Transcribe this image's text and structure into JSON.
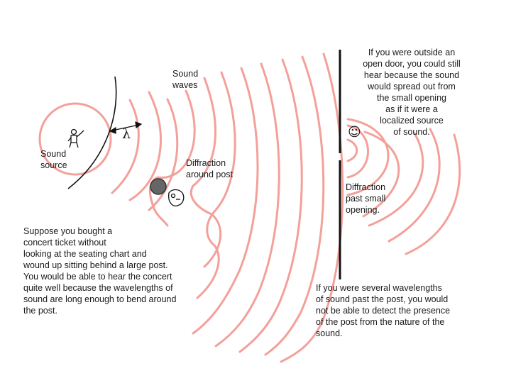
{
  "labels": {
    "sound_waves": [
      "Sound",
      "waves"
    ],
    "sound_source": [
      "Sound",
      "source"
    ],
    "lambda": "λ",
    "diffraction_post": [
      "Diffraction",
      "around post"
    ],
    "diffraction_opening": [
      "Diffraction",
      "past small",
      "opening."
    ],
    "outside_door": [
      "If you were outside an",
      "open door, you could still",
      "hear because the sound",
      "would spread out from",
      "the small opening",
      "as if it were a",
      "localized source",
      "of sound."
    ],
    "concert_ticket": [
      "Suppose you bought a",
      "concert ticket without",
      "looking at the seating chart and",
      "wound up sitting behind a large post.",
      "You would be able to hear the concert",
      "quite well because the wavelengths of",
      "sound are long enough to bend around",
      "the post."
    ],
    "several_wavelengths": [
      "If you were several wavelengths",
      "of sound past the  post, you would",
      "not be able to detect the presence",
      "of the post from the nature of the",
      "sound."
    ],
    "listener_outside": "☺"
  },
  "colors": {
    "wave": "#f4a09a",
    "wall": "#111111",
    "post": "#666666",
    "text": "#1a1a1a"
  }
}
